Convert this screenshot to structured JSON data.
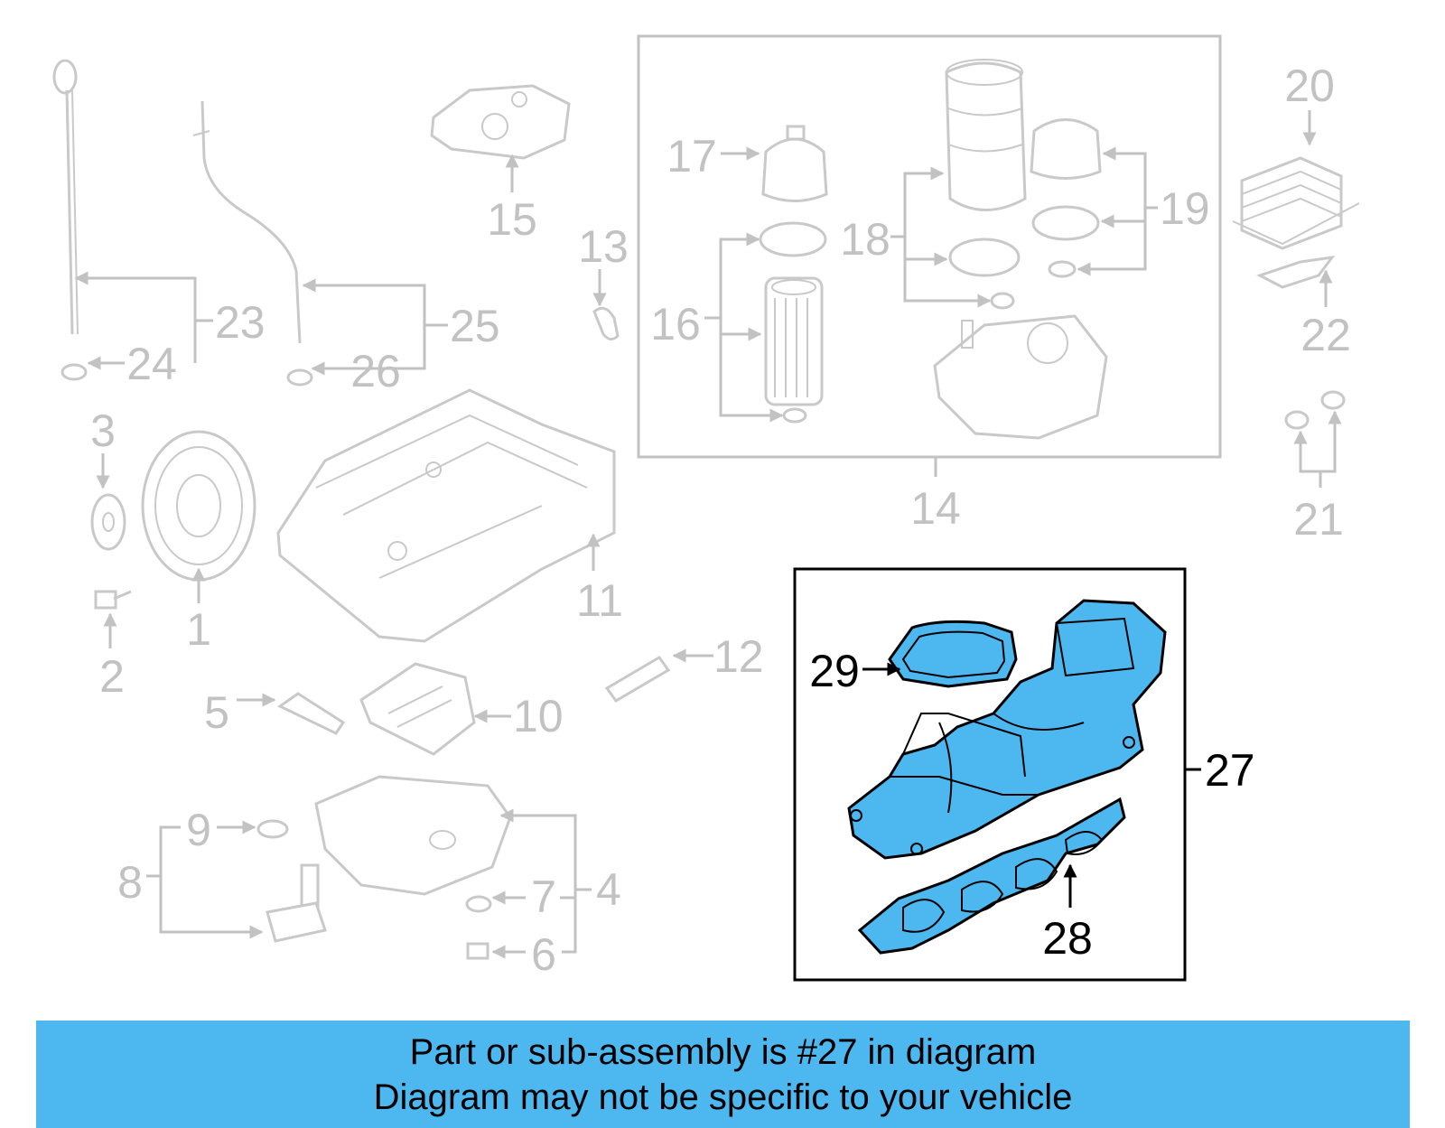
{
  "colors": {
    "highlight": "#4db8ef",
    "greyed": "#c2c2c2",
    "banner": "#4db8ef"
  },
  "labels": {
    "l1": "1",
    "l2": "2",
    "l3": "3",
    "l4": "4",
    "l5": "5",
    "l6": "6",
    "l7": "7",
    "l8": "8",
    "l9": "9",
    "l10": "10",
    "l11": "11",
    "l12": "12",
    "l13": "13",
    "l14": "14",
    "l15": "15",
    "l16": "16",
    "l17": "17",
    "l18": "18",
    "l19": "19",
    "l20": "20",
    "l21": "21",
    "l22": "22",
    "l23": "23",
    "l24": "24",
    "l25": "25",
    "l26": "26",
    "l27": "27",
    "l28": "28",
    "l29": "29"
  },
  "highlighted_part": "27",
  "banner": {
    "line1": "Part or sub-assembly is #27 in diagram",
    "line2": "Diagram may not be specific to your vehicle"
  }
}
